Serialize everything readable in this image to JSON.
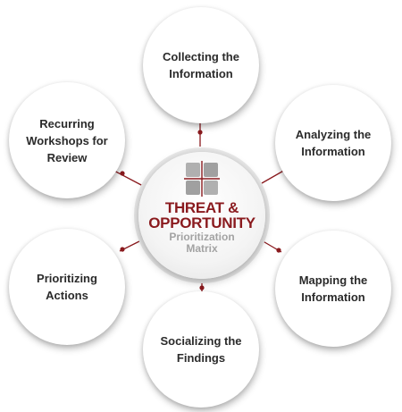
{
  "colors": {
    "accent": "#8a1a1e",
    "connector": "#8a1a1e",
    "node_text": "#2b2b2b",
    "subtitle_text": "#a3a3a3",
    "icon_gray": "#a9a9a9"
  },
  "center": {
    "icon": "matrix-quadrant-icon",
    "title": "THREAT &\nOPPORTUNITY",
    "subtitle": "Prioritization\nMatrix"
  },
  "nodes": [
    {
      "label": "Collecting the\nInformation"
    },
    {
      "label": "Analyzing the\nInformation"
    },
    {
      "label": "Mapping the\nInformation"
    },
    {
      "label": "Socializing the\nFindings"
    },
    {
      "label": "Prioritizing\nActions"
    },
    {
      "label": "Recurring\nWorkshops for\nReview"
    }
  ]
}
